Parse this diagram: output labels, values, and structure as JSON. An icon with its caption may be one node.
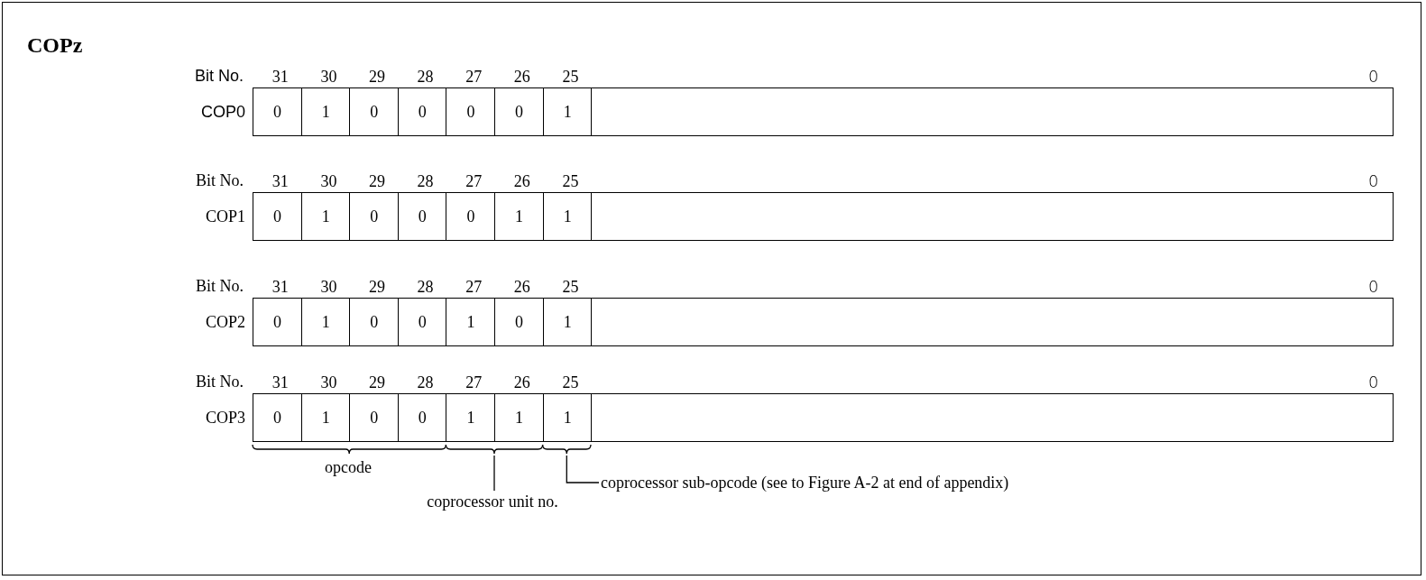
{
  "diagram": {
    "title": "COPz",
    "nodes": [
      {
        "text": [
          "0"
        ]
      },
      {
        "text": [
          "1"
        ]
      },
      {
        "text": [
          "0"
        ]
      },
      {
        "text": [
          "0"
        ]
      },
      {
        "text": [
          "0"
        ]
      },
      {
        "text": [
          "0"
        ]
      },
      {
        "text": [
          "1"
        ]
      },
      {
        "text": [],
        "shape": "box"
      },
      {
        "text": [
          "0"
        ]
      },
      {
        "text": [
          "1"
        ]
      },
      {
        "text": [
          "0"
        ]
      },
      {
        "text": [
          "0"
        ]
      },
      {
        "text": [
          "0"
        ]
      },
      {
        "text": [
          "1"
        ]
      },
      {
        "text": [
          "1"
        ]
      },
      {
        "text": [],
        "shape": "box"
      },
      {
        "text": [
          "0"
        ]
      },
      {
        "text": [
          "1"
        ]
      },
      {
        "text": [
          "0"
        ]
      },
      {
        "text": [
          "0"
        ]
      },
      {
        "text": [
          "1"
        ]
      },
      {
        "text": [
          "0"
        ]
      },
      {
        "text": [
          "1"
        ]
      },
      {
        "text": [],
        "shape": "box"
      },
      {
        "text": [
          "0"
        ]
      },
      {
        "text": [
          "1"
        ]
      },
      {
        "text": [
          "0"
        ]
      },
      {
        "text": [
          "0"
        ]
      },
      {
        "text": [
          "1"
        ]
      },
      {
        "text": [
          "1"
        ]
      },
      {
        "text": [
          "1"
        ]
      },
      {
        "text": [],
        "shape": "box"
      },
      {
        "text": [
          "coprocessor unit no."
        ]
      },
      {
        "text": [
          "coprocessor sub-opcode (see to Figure A-2 at end of appendix)"
        ]
      },
      {
        "text": [],
        "shape": "brace"
      },
      {
        "text": [],
        "shape": "brace"
      },
      {
        "text": [],
        "shape": "brace"
      }
    ],
    "edges": [
      {
        "from": 32,
        "to": 35,
        "arrow": "none"
      },
      {
        "from": 33,
        "to": 36,
        "arrow": "none"
      }
    ],
    "labels": [
      "Bit No.",
      "31",
      "30",
      "29",
      "28",
      "27",
      "26",
      "25",
      "0",
      "COP0",
      "Bit No.",
      "31",
      "30",
      "29",
      "28",
      "27",
      "26",
      "25",
      "0",
      "COP1",
      "Bit No.",
      "31",
      "30",
      "29",
      "28",
      "27",
      "26",
      "25",
      "0",
      "COP2",
      "Bit No.",
      "31",
      "30",
      "29",
      "28",
      "27",
      "26",
      "25",
      "0",
      "COP3",
      "opcode"
    ]
  }
}
